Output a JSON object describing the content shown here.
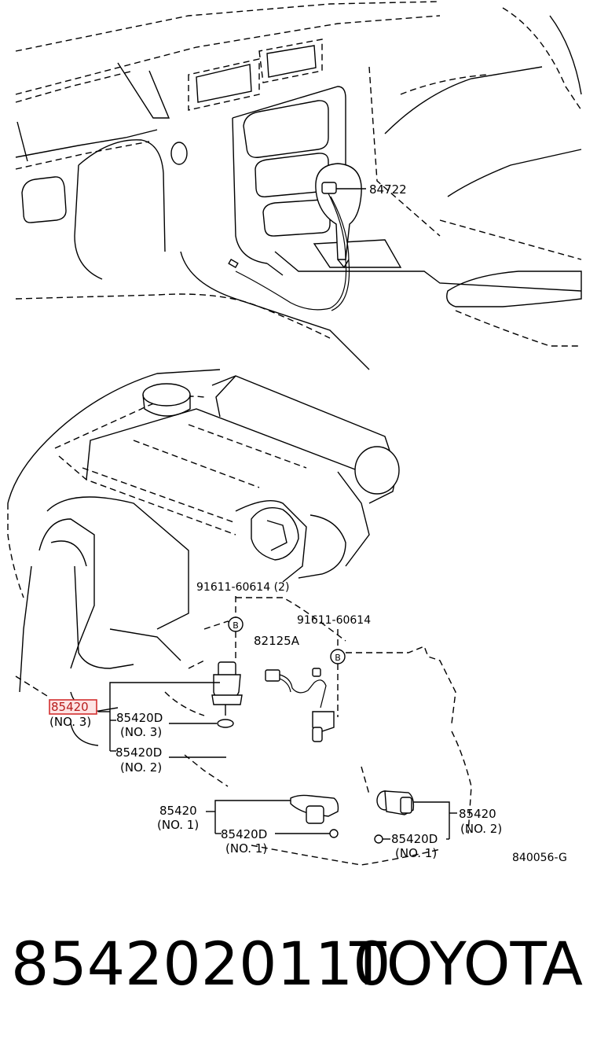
{
  "callouts": {
    "shift_switch": "84722",
    "bolt_pair": "91611-60614 (2)",
    "bolt_single": "91611-60614",
    "wire_harness": "82125A",
    "hl_main": "85420",
    "hl_sub": "(NO. 3)",
    "seal_no3_main": "85420D",
    "seal_no3_sub": "(NO. 3)",
    "seal_no2_main": "85420D",
    "seal_no2_sub": "(NO. 2)",
    "valve_no1_main": "85420",
    "valve_no1_sub": "(NO. 1)",
    "seal_no1_main": "85420D",
    "seal_no1_sub": "(NO. 1)",
    "valve_no2_main": "85420",
    "valve_no2_sub": "(NO. 2)",
    "seal_no1b_main": "85420D",
    "seal_no1b_sub": "(NO. 1)",
    "diagram_code": "840056-G",
    "bolt_marker": "B"
  },
  "highlight_color": "#d32f2f",
  "footer": {
    "part_number": "8542020110",
    "brand": "TOYOTA"
  }
}
